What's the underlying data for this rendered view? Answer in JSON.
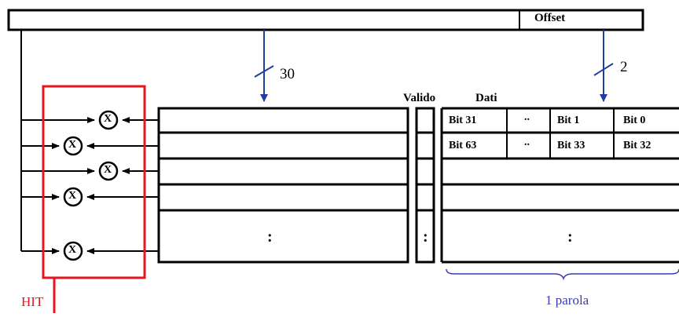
{
  "address": {
    "offset_label": "Offset"
  },
  "widths": {
    "tag_bits": "30",
    "offset_bits": "2"
  },
  "columns": {
    "valid": "Valido",
    "data": "Dati"
  },
  "rows": [
    {
      "cells": [
        "Bit  31",
        "..",
        "Bit  1",
        "Bit  0"
      ]
    },
    {
      "cells": [
        "Bit  63",
        "..",
        "Bit  33",
        "Bit  32"
      ]
    }
  ],
  "ellipsis": ":",
  "comparator_symbol": "X",
  "hit_label": "HIT",
  "brace_label": "1 parola",
  "colors": {
    "hit": "#e8141e",
    "arrow": "#1f3f9e",
    "brace": "#3b3bb5",
    "line": "#000000"
  }
}
